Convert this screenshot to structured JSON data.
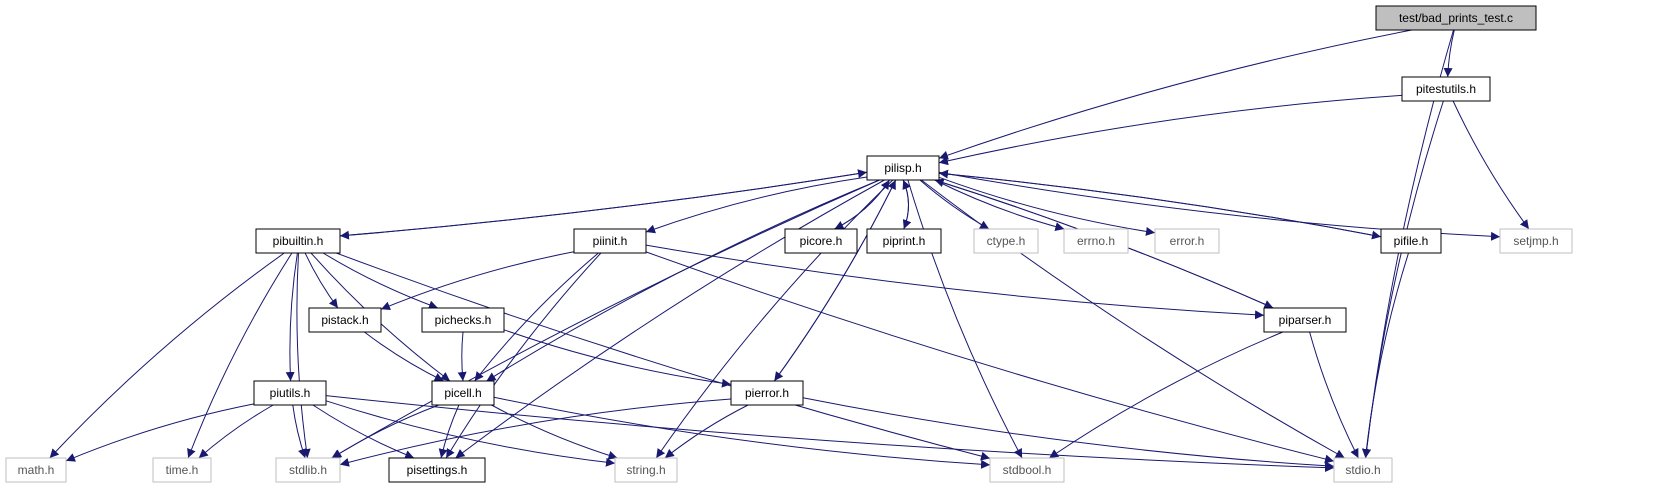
{
  "colors": {
    "edge": "#191970",
    "node_border": "#000000",
    "external_border": "#bfbfbf",
    "root_fill": "#bfbfbf",
    "node_fill": "#ffffff",
    "node_text": "#000000",
    "external_text": "#555555"
  },
  "nodes": [
    {
      "id": "bad_prints_test",
      "label": "test/bad_prints_test.c",
      "kind": "root"
    },
    {
      "id": "pitestutils",
      "label": "pitestutils.h",
      "kind": "local"
    },
    {
      "id": "pilisp",
      "label": "pilisp.h",
      "kind": "local"
    },
    {
      "id": "pibuiltin",
      "label": "pibuiltin.h",
      "kind": "local"
    },
    {
      "id": "piinit",
      "label": "piinit.h",
      "kind": "local"
    },
    {
      "id": "picore",
      "label": "picore.h",
      "kind": "local"
    },
    {
      "id": "piprint",
      "label": "piprint.h",
      "kind": "local"
    },
    {
      "id": "ctype",
      "label": "ctype.h",
      "kind": "system"
    },
    {
      "id": "errno",
      "label": "errno.h",
      "kind": "system"
    },
    {
      "id": "error",
      "label": "error.h",
      "kind": "system"
    },
    {
      "id": "pifile",
      "label": "pifile.h",
      "kind": "local"
    },
    {
      "id": "setjmp",
      "label": "setjmp.h",
      "kind": "system"
    },
    {
      "id": "pistack",
      "label": "pistack.h",
      "kind": "local"
    },
    {
      "id": "pichecks",
      "label": "pichecks.h",
      "kind": "local"
    },
    {
      "id": "piparser",
      "label": "piparser.h",
      "kind": "local"
    },
    {
      "id": "piutils",
      "label": "piutils.h",
      "kind": "local"
    },
    {
      "id": "picell",
      "label": "picell.h",
      "kind": "local"
    },
    {
      "id": "pierror",
      "label": "pierror.h",
      "kind": "local"
    },
    {
      "id": "math",
      "label": "math.h",
      "kind": "system"
    },
    {
      "id": "time",
      "label": "time.h",
      "kind": "system"
    },
    {
      "id": "stdlib",
      "label": "stdlib.h",
      "kind": "system"
    },
    {
      "id": "pisettings",
      "label": "pisettings.h",
      "kind": "local"
    },
    {
      "id": "string",
      "label": "string.h",
      "kind": "system"
    },
    {
      "id": "stdbool",
      "label": "stdbool.h",
      "kind": "system"
    },
    {
      "id": "stdio",
      "label": "stdio.h",
      "kind": "system"
    }
  ],
  "edges": [
    [
      "bad_prints_test",
      "pitestutils"
    ],
    [
      "bad_prints_test",
      "pilisp"
    ],
    [
      "bad_prints_test",
      "stdio"
    ],
    [
      "pitestutils",
      "pilisp"
    ],
    [
      "pitestutils",
      "setjmp"
    ],
    [
      "pitestutils",
      "stdio"
    ],
    [
      "pilisp",
      "pibuiltin"
    ],
    [
      "pilisp",
      "piinit"
    ],
    [
      "pilisp",
      "picore"
    ],
    [
      "pilisp",
      "piprint"
    ],
    [
      "pilisp",
      "ctype"
    ],
    [
      "pilisp",
      "errno"
    ],
    [
      "pilisp",
      "error"
    ],
    [
      "pilisp",
      "pifile"
    ],
    [
      "pilisp",
      "setjmp"
    ],
    [
      "pilisp",
      "piparser"
    ],
    [
      "pilisp",
      "picell"
    ],
    [
      "pilisp",
      "pierror"
    ],
    [
      "pilisp",
      "stdlib"
    ],
    [
      "pilisp",
      "pisettings"
    ],
    [
      "pilisp",
      "string"
    ],
    [
      "pilisp",
      "stdbool"
    ],
    [
      "pilisp",
      "stdio"
    ],
    [
      "pibuiltin",
      "pilisp"
    ],
    [
      "pibuiltin",
      "pistack"
    ],
    [
      "pibuiltin",
      "pichecks"
    ],
    [
      "pibuiltin",
      "piutils"
    ],
    [
      "pibuiltin",
      "picell"
    ],
    [
      "pibuiltin",
      "math"
    ],
    [
      "pibuiltin",
      "time"
    ],
    [
      "pibuiltin",
      "stdlib"
    ],
    [
      "pibuiltin",
      "stdbool"
    ],
    [
      "piinit",
      "pistack"
    ],
    [
      "piinit",
      "piparser"
    ],
    [
      "piinit",
      "picell"
    ],
    [
      "piinit",
      "pisettings"
    ],
    [
      "piinit",
      "stdio"
    ],
    [
      "picore",
      "pilisp"
    ],
    [
      "piprint",
      "pilisp"
    ],
    [
      "pifile",
      "pilisp"
    ],
    [
      "pifile",
      "stdio"
    ],
    [
      "pistack",
      "picell"
    ],
    [
      "pichecks",
      "picell"
    ],
    [
      "pichecks",
      "pierror"
    ],
    [
      "piparser",
      "pilisp"
    ],
    [
      "piparser",
      "stdbool"
    ],
    [
      "piparser",
      "stdio"
    ],
    [
      "piutils",
      "math"
    ],
    [
      "piutils",
      "time"
    ],
    [
      "piutils",
      "stdlib"
    ],
    [
      "piutils",
      "pisettings"
    ],
    [
      "piutils",
      "string"
    ],
    [
      "piutils",
      "stdio"
    ],
    [
      "picell",
      "stdlib"
    ],
    [
      "picell",
      "pisettings"
    ],
    [
      "picell",
      "string"
    ],
    [
      "picell",
      "stdbool"
    ],
    [
      "pierror",
      "pilisp"
    ],
    [
      "pierror",
      "stdlib"
    ],
    [
      "pierror",
      "string"
    ],
    [
      "pierror",
      "stdio"
    ]
  ]
}
